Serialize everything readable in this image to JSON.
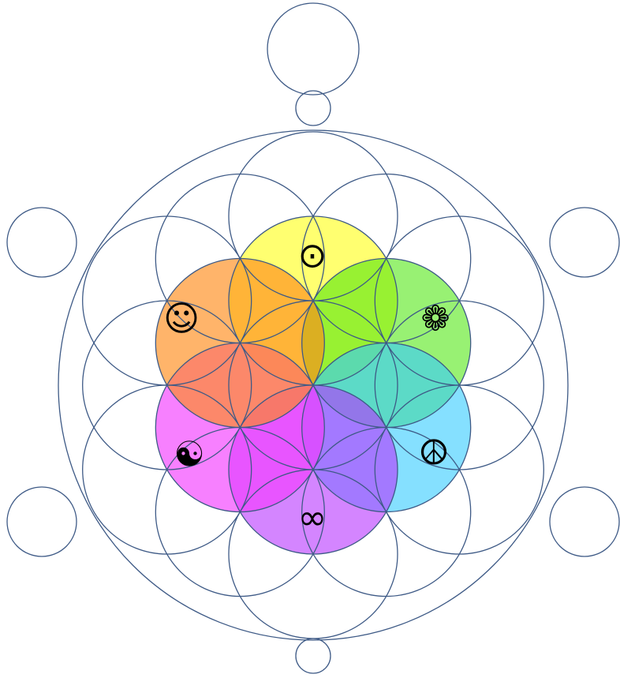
{
  "diagram": {
    "name": "flower-of-life-chakra",
    "line_color": "#3e5a86",
    "petals": [
      {
        "name": "yellow-petal",
        "color": "#ffff33",
        "opacity": 0.7,
        "symbol": "⊙",
        "symbol_name": "sun-icon"
      },
      {
        "name": "green-petal",
        "color": "#44e600",
        "opacity": 0.55,
        "symbol": "❁",
        "symbol_name": "flower-icon"
      },
      {
        "name": "cyan-petal",
        "color": "#33ccff",
        "opacity": 0.6,
        "symbol": "☮",
        "symbol_name": "peace-icon"
      },
      {
        "name": "violet-petal",
        "color": "#b833ff",
        "opacity": 0.6,
        "symbol": "∞",
        "symbol_name": "infinity-icon"
      },
      {
        "name": "magenta-petal",
        "color": "#f23cff",
        "opacity": 0.65,
        "symbol": "☯",
        "symbol_name": "yin-yang-icon"
      },
      {
        "name": "orange-petal",
        "color": "#ff8c1a",
        "opacity": 0.65,
        "symbol": "☺",
        "symbol_name": "smiley-icon"
      }
    ]
  }
}
